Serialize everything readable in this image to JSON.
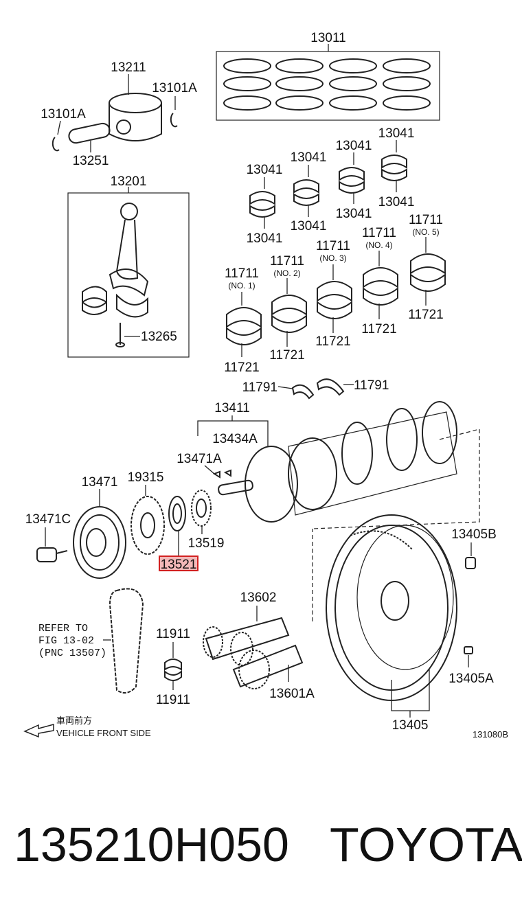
{
  "diagram": {
    "labels": {
      "p13011": "13011",
      "p13211": "13211",
      "p13101a_r": "13101A",
      "p13101a_l": "13101A",
      "p13251": "13251",
      "p13201": "13201",
      "p13265": "13265",
      "b1t": "13041",
      "b1b": "13041",
      "b2t": "13041",
      "b2b": "13041",
      "b3t": "13041",
      "b3b": "13041",
      "b4t": "13041",
      "b4b": "13041",
      "m1": "11711",
      "m1n": "(NO. 1)",
      "m1b": "11721",
      "m2": "11711",
      "m2n": "(NO. 2)",
      "m2b": "11721",
      "m3": "11711",
      "m3n": "(NO. 3)",
      "m3b": "11721",
      "m4": "11711",
      "m4n": "(NO. 4)",
      "m4b": "11721",
      "m5": "11711",
      "m5n": "(NO. 5)",
      "m5b": "11721",
      "t1": "11791",
      "t2": "11791",
      "p13411": "13411",
      "p13434a": "13434A",
      "p13471a": "13471A",
      "p13471": "13471",
      "p19315": "19315",
      "p13471c": "13471C",
      "p13521": "13521",
      "p13519": "13519",
      "p13405b": "13405B",
      "p13602": "13602",
      "p11911t": "11911",
      "p11911b": "11911",
      "p13601a": "13601A",
      "p13405a": "13405A",
      "p13405": "13405",
      "refer1": "REFER TO",
      "refer2": "FIG 13-02",
      "refer3": "(PNC 13507)",
      "front_jp": "車両前方",
      "front_en": "VEHICLE FRONT SIDE",
      "fig_code": "131080B"
    },
    "highlight_color": "#d22020"
  },
  "footer": {
    "part_number": "135210H050",
    "brand": "TOYOTA"
  }
}
